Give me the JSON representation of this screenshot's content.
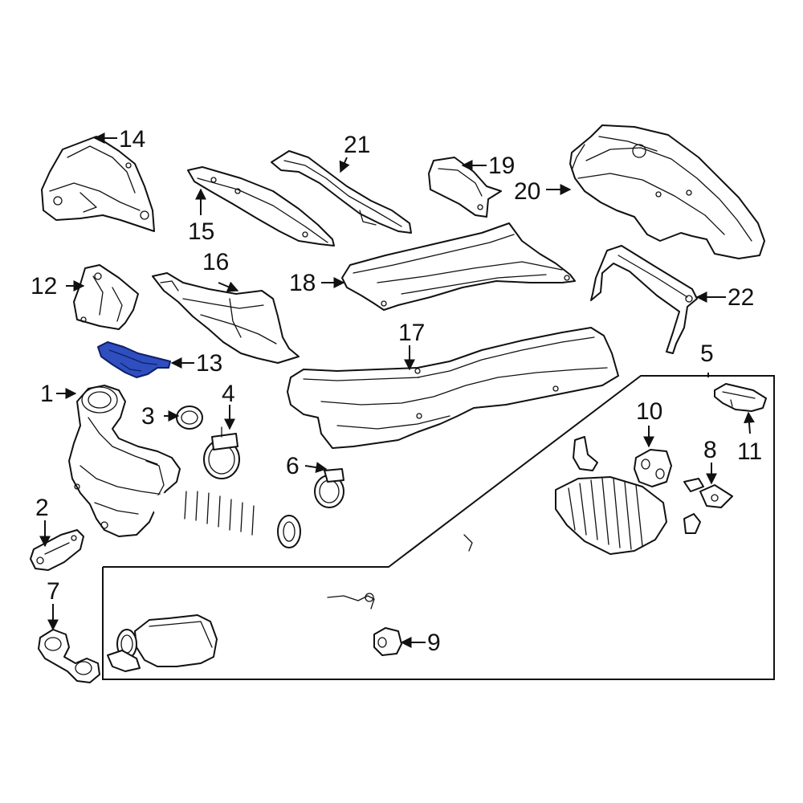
{
  "diagram": {
    "highlight_color": "#2f4fbf",
    "line_color": "#111111",
    "background": "#ffffff",
    "callouts": {
      "c1": "1",
      "c2": "2",
      "c3": "3",
      "c4": "4",
      "c5": "5",
      "c6": "6",
      "c7": "7",
      "c8": "8",
      "c9": "9",
      "c10": "10",
      "c11": "11",
      "c12": "12",
      "c13": "13",
      "c14": "14",
      "c15": "15",
      "c16": "16",
      "c17": "17",
      "c18": "18",
      "c19": "19",
      "c20": "20",
      "c21": "21",
      "c22": "22"
    },
    "highlighted_part": "13"
  }
}
